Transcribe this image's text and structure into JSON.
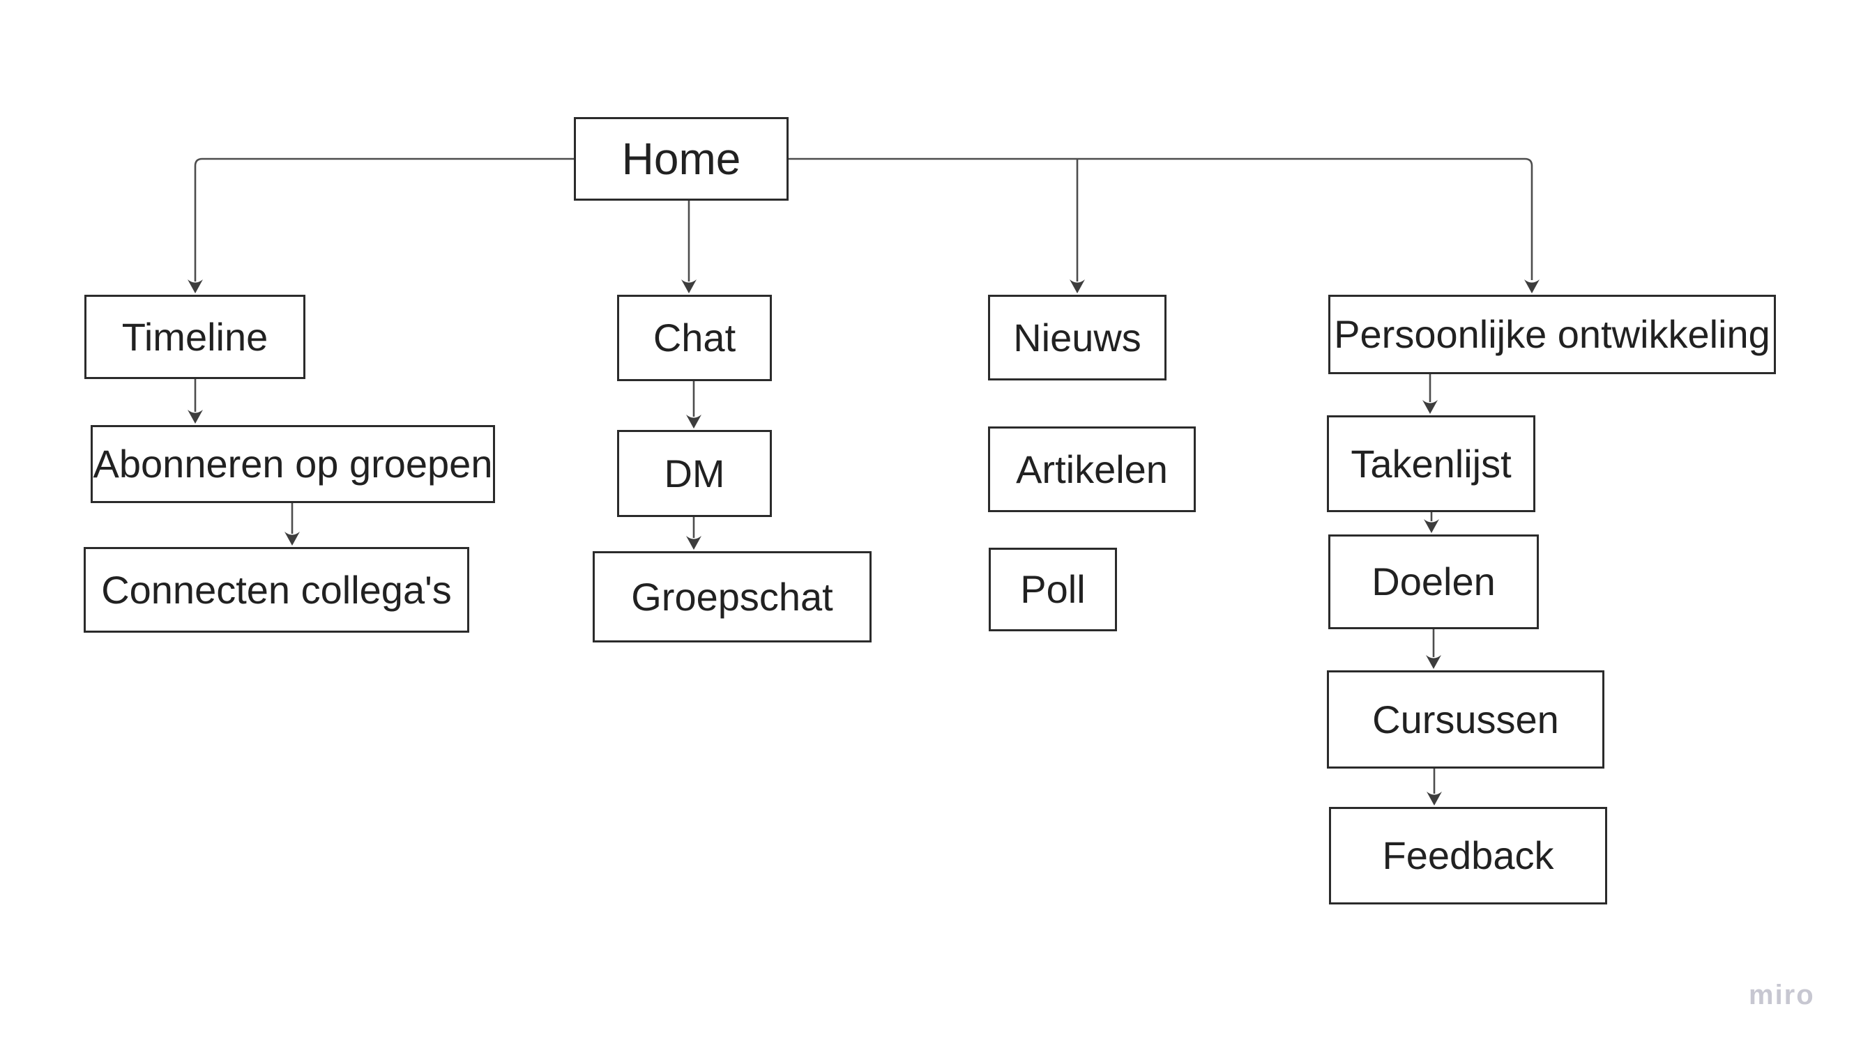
{
  "board": {
    "background": "#ffffff"
  },
  "colors": {
    "box_border": "#2b2b2b",
    "box_fill": "#ffffff",
    "connector_line": "#4d4d4d",
    "arrowhead_fill": "#3d3d3d",
    "label_text": "#212121",
    "watermark_text": "#c7c7d1"
  },
  "watermark_label": "miro",
  "diagram": {
    "root_label": "Home",
    "nodes": [
      {
        "id": "home",
        "label": "Home"
      },
      {
        "id": "timeline",
        "label": "Timeline"
      },
      {
        "id": "abonneren",
        "label": "Abonneren op groepen"
      },
      {
        "id": "connecten",
        "label": "Connecten collega's"
      },
      {
        "id": "chat",
        "label": "Chat"
      },
      {
        "id": "dm",
        "label": "DM"
      },
      {
        "id": "groepschat",
        "label": "Groepschat"
      },
      {
        "id": "nieuws",
        "label": "Nieuws"
      },
      {
        "id": "artikelen",
        "label": "Artikelen"
      },
      {
        "id": "poll",
        "label": "Poll"
      },
      {
        "id": "persoonlijke-ontwikkeling",
        "label": "Persoonlijke ontwikkeling"
      },
      {
        "id": "takenlijst",
        "label": "Takenlijst"
      },
      {
        "id": "doelen",
        "label": "Doelen"
      },
      {
        "id": "cursussen",
        "label": "Cursussen"
      },
      {
        "id": "feedback",
        "label": "Feedback"
      }
    ],
    "edges": [
      {
        "from": "home",
        "to": "timeline",
        "arrow": true
      },
      {
        "from": "home",
        "to": "chat",
        "arrow": true
      },
      {
        "from": "home",
        "to": "nieuws",
        "arrow": true
      },
      {
        "from": "home",
        "to": "persoonlijke-ontwikkeling",
        "arrow": true
      },
      {
        "from": "timeline",
        "to": "abonneren",
        "arrow": true
      },
      {
        "from": "abonneren",
        "to": "connecten",
        "arrow": true
      },
      {
        "from": "chat",
        "to": "dm",
        "arrow": true
      },
      {
        "from": "dm",
        "to": "groepschat",
        "arrow": true
      },
      {
        "from": "persoonlijke-ontwikkeling",
        "to": "takenlijst",
        "arrow": true
      },
      {
        "from": "takenlijst",
        "to": "doelen",
        "arrow": true
      },
      {
        "from": "doelen",
        "to": "cursussen",
        "arrow": true
      },
      {
        "from": "cursussen",
        "to": "feedback",
        "arrow": true
      }
    ]
  }
}
